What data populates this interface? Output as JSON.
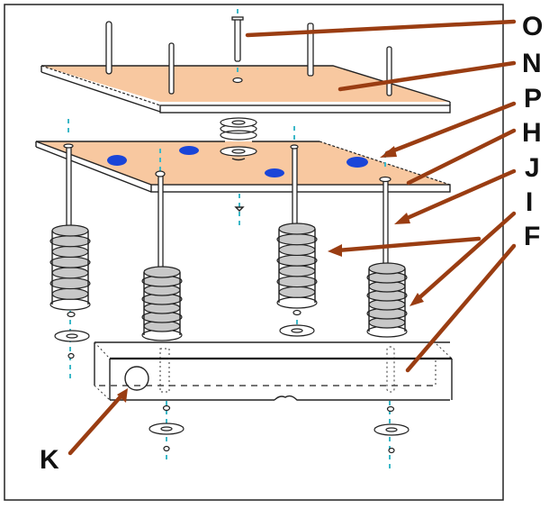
{
  "diagram": {
    "type": "exploded-assembly",
    "labels": [
      {
        "id": "O",
        "text": "O",
        "target": "top-pin"
      },
      {
        "id": "N",
        "text": "N",
        "target": "top-plate"
      },
      {
        "id": "P",
        "text": "P",
        "target": "middle-plate-hole"
      },
      {
        "id": "H",
        "text": "H",
        "target": "middle-plate"
      },
      {
        "id": "J",
        "text": "J",
        "target": "long-rod"
      },
      {
        "id": "I",
        "text": "I",
        "target": "spring-stack"
      },
      {
        "id": "F",
        "text": "F",
        "target": "base-bar-bore"
      },
      {
        "id": "K",
        "text": "K",
        "target": "base-bar-end-hole"
      }
    ],
    "colors": {
      "plate_fill": "#f8c8a0",
      "arrow": "#9a3d12",
      "axis_line": "#3cb8c8",
      "blob": "#1a45d8",
      "spring_disc": "#c8c8c8"
    }
  }
}
